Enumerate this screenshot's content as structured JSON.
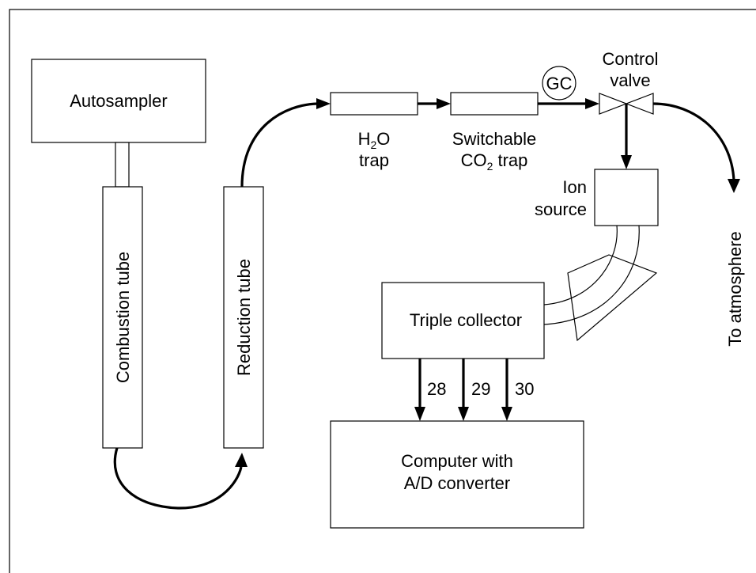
{
  "autosampler": {
    "label": "Autosampler"
  },
  "combustion_tube": {
    "label": "Combustion tube"
  },
  "reduction_tube": {
    "label": "Reduction tube"
  },
  "water_trap": {
    "line1_main": "H",
    "line1_sub": "2",
    "line1_tail": "O",
    "line2": "trap"
  },
  "co2_trap": {
    "line1": "Switchable",
    "line2_main": "CO",
    "line2_sub": "2",
    "line2_tail": " trap"
  },
  "gc": {
    "label": "GC"
  },
  "control_valve": {
    "line1": "Control",
    "line2": "valve"
  },
  "ion_source": {
    "line1": "Ion",
    "line2": "source"
  },
  "triple_collector": {
    "label": "Triple collector"
  },
  "mass_channels": [
    "28",
    "29",
    "30"
  ],
  "computer": {
    "line1": "Computer with",
    "line2": "A/D converter"
  },
  "exhaust": {
    "label": "To atmosphere"
  }
}
